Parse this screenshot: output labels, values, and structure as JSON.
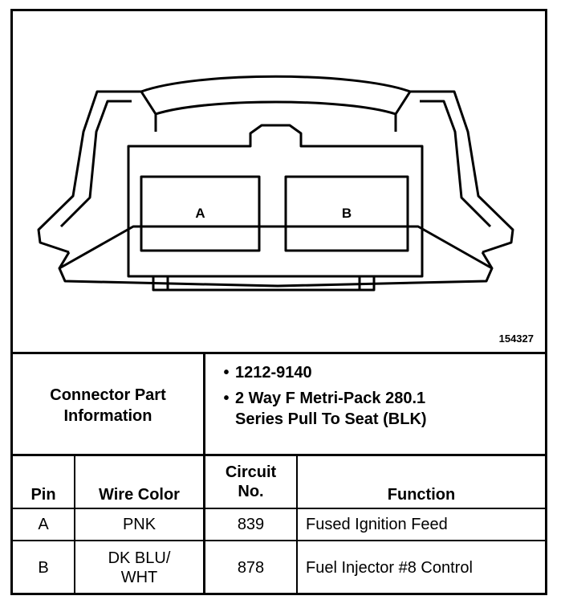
{
  "diagram": {
    "figure_number": "154327",
    "cavity_labels": [
      "A",
      "B"
    ]
  },
  "connector_info": {
    "label_line1": "Connector Part",
    "label_line2": "Information",
    "items": [
      "1212-9140",
      "2 Way F Metri-Pack 280.1 Series Pull To Seat (BLK)"
    ]
  },
  "pin_table": {
    "headers": {
      "pin": "Pin",
      "wire_color": "Wire Color",
      "circuit_line1": "Circuit",
      "circuit_line2": "No.",
      "function": "Function"
    },
    "rows": [
      {
        "pin": "A",
        "wire_line1": "PNK",
        "wire_line2": "",
        "circuit": "839",
        "function": "Fused Ignition Feed"
      },
      {
        "pin": "B",
        "wire_line1": "DK BLU/",
        "wire_line2": "WHT",
        "circuit": "878",
        "function": "Fuel Injector #8 Control"
      }
    ]
  }
}
